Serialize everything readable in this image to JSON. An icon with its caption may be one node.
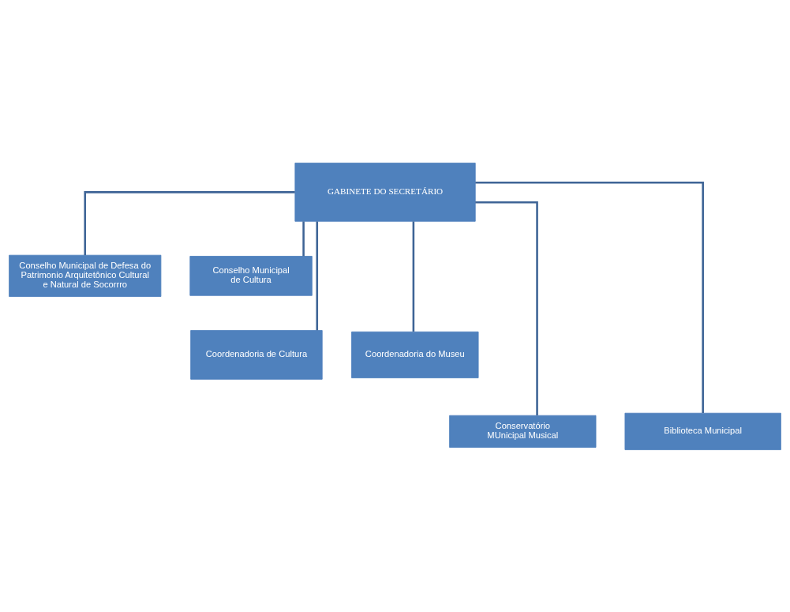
{
  "diagram": {
    "nodes": [
      {
        "text": [
          "GABINETE DO SECRETÁRIO"
        ]
      },
      {
        "text": [
          "Conselho Municipal de Defesa do Patrimonio Arquitetônico Cultural e Natural de Socorrro"
        ]
      },
      {
        "text": [
          "Conselho Municipal de Cultura"
        ]
      },
      {
        "text": [
          "Coordenadoria de Cultura"
        ]
      },
      {
        "text": [
          "Coordenadoria do Museu"
        ]
      },
      {
        "text": [
          "Conservatório MUnicipal Musical"
        ]
      },
      {
        "text": [
          "Biblioteca Municipal"
        ]
      }
    ],
    "edges": [
      {
        "from": 0,
        "to": 1,
        "arrow": "none"
      },
      {
        "from": 0,
        "to": 2,
        "arrow": "none"
      },
      {
        "from": 0,
        "to": 3,
        "arrow": "none"
      },
      {
        "from": 0,
        "to": 4,
        "arrow": "none"
      },
      {
        "from": 0,
        "to": 5,
        "arrow": "none"
      },
      {
        "from": 0,
        "to": 6,
        "arrow": "none"
      }
    ]
  }
}
